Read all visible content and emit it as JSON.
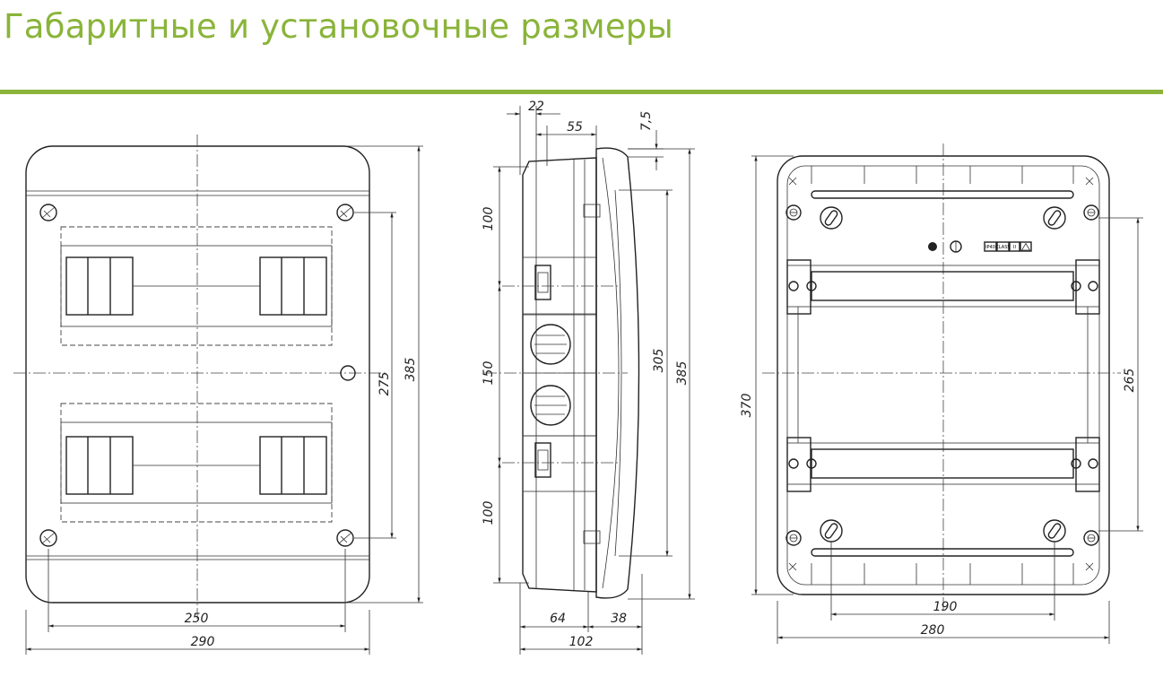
{
  "header": {
    "title": "Габаритные и установочные размеры",
    "accent_color": "#8ab43a"
  },
  "front_view": {
    "dimensions": {
      "inner_width": "250",
      "outer_width": "290",
      "mount_height": "275",
      "outer_height": "385"
    }
  },
  "side_view": {
    "dimensions": {
      "top_offset_a": "22",
      "top_offset_b": "55",
      "top_offset_c": "7,5",
      "upper_section": "100",
      "middle_section": "150",
      "lower_section": "100",
      "inner_height": "305",
      "outer_height": "385",
      "base_depth": "64",
      "cover_depth": "38",
      "total_depth": "102"
    },
    "cable_entries": 2
  },
  "back_view": {
    "dimensions": {
      "outer_height": "370",
      "mount_height": "265",
      "hole_spacing": "190",
      "outer_width": "280"
    },
    "badges": [
      "IP40",
      "CLASS",
      "II",
      "△"
    ]
  }
}
